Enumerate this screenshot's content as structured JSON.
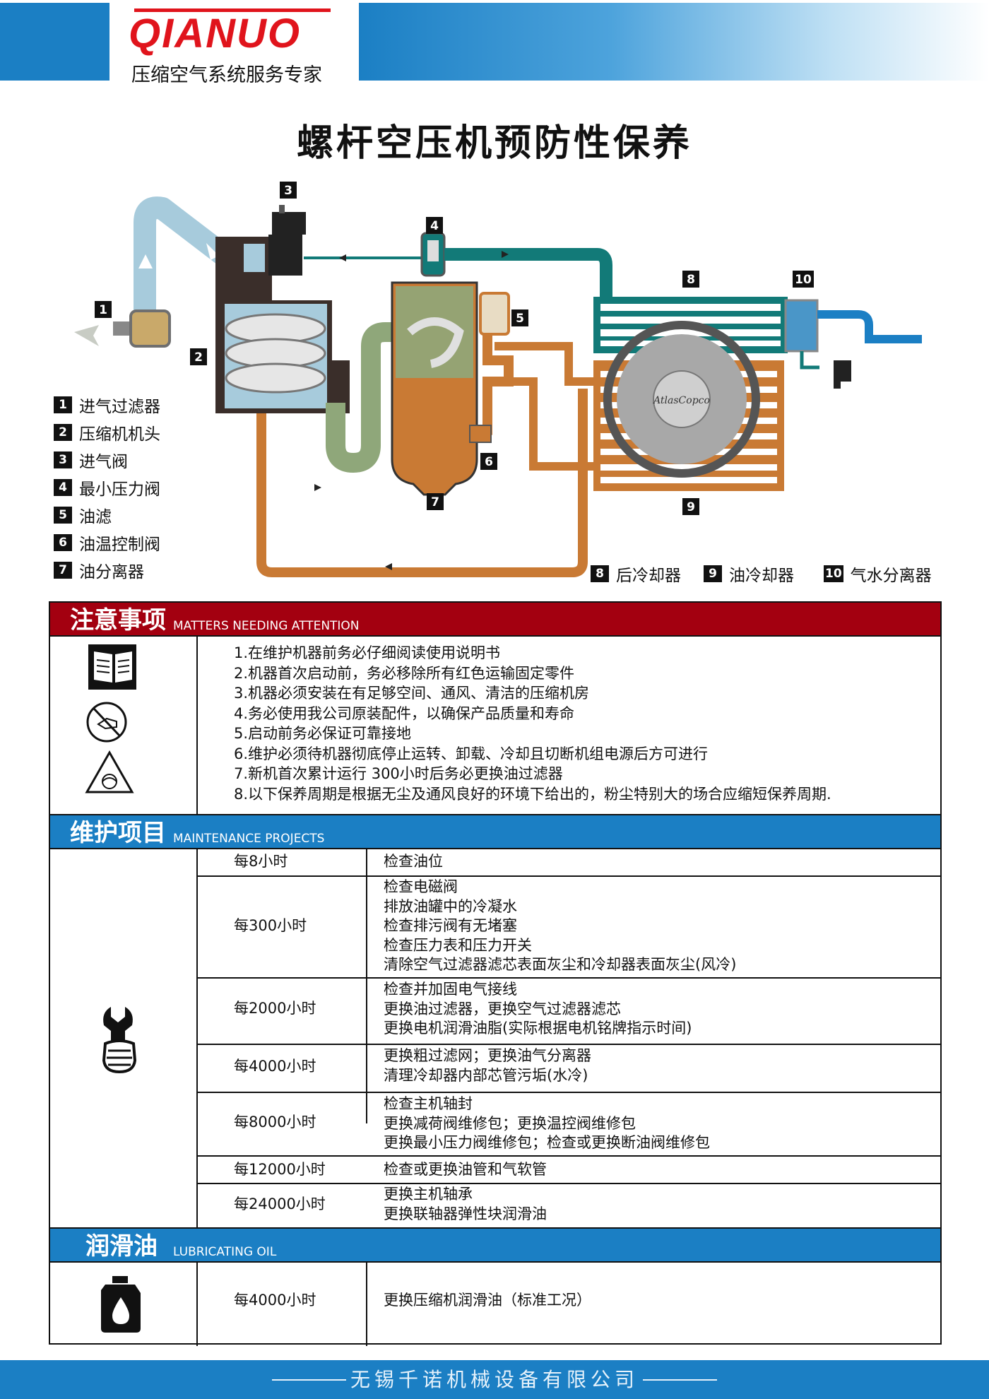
{
  "header": {
    "logo_text": "QIANUO",
    "tagline": "压缩空气系统服务专家"
  },
  "title": "螺杆空压机预防性保养",
  "diagram": {
    "brand_label": "AtlasCopco",
    "components": [
      {
        "num": "1",
        "label": "进气过滤器"
      },
      {
        "num": "2",
        "label": "压缩机机头"
      },
      {
        "num": "3",
        "label": "进气阀"
      },
      {
        "num": "4",
        "label": "最小压力阀"
      },
      {
        "num": "5",
        "label": "油滤"
      },
      {
        "num": "6",
        "label": "油温控制阀"
      },
      {
        "num": "7",
        "label": "油分离器"
      },
      {
        "num": "8",
        "label": "后冷却器"
      },
      {
        "num": "9",
        "label": "油冷却器"
      },
      {
        "num": "10",
        "label": "气水分离器"
      }
    ],
    "colors": {
      "air": "#a7cbdc",
      "oil": "#c97a34",
      "mix": "#8fa77a",
      "pipe_teal": "#127a78",
      "water": "#1b7fc4"
    }
  },
  "sections": {
    "attention": {
      "title_cn": "注意事项",
      "title_en": "MATTERS NEEDING ATTENTION",
      "icons": [
        "manual-book-icon",
        "no-touch-hand-icon",
        "rotating-fan-warning-icon"
      ],
      "notes": [
        "1.在维护机器前务必仔细阅读使用说明书",
        "2.机器首次启动前，务必移除所有红色运输固定零件",
        "3.机器必须安装在有足够空间、通风、清洁的压缩机房",
        "4.务必使用我公司原装配件，以确保产品质量和寿命",
        "5.启动前务必保证可靠接地",
        "6.维护必须待机器彻底停止运转、卸载、冷却且切断机组电源后方可进行",
        "7.新机首次累计运行 300小时后务必更换油过滤器",
        "8.以下保养周期是根据无尘及通风良好的环境下给出的，粉尘特别大的场合应缩短保养周期."
      ]
    },
    "maintenance": {
      "title_cn": "维护项目",
      "title_en": "MAINTENANCE PROJECTS",
      "icon": "wrench-hand-icon",
      "rows": [
        {
          "period": "每8小时",
          "tasks": [
            "检查油位"
          ]
        },
        {
          "period": "每300小时",
          "tasks": [
            "检查电磁阀",
            "排放油罐中的冷凝水",
            "检查排污阀有无堵塞",
            "检查压力表和压力开关",
            "清除空气过滤器滤芯表面灰尘和冷却器表面灰尘(风冷)"
          ]
        },
        {
          "period": "每2000小时",
          "tasks": [
            "检查并加固电气接线",
            "更换油过滤器，更换空气过滤器滤芯",
            "更换电机润滑油脂(实际根据电机铭牌指示时间)"
          ]
        },
        {
          "period": "每4000小时",
          "tasks": [
            "更换粗过滤网；更换油气分离器",
            "清理冷却器内部芯管污垢(水冷)"
          ]
        },
        {
          "period": "每8000小时",
          "tasks": [
            "检查主机轴封",
            "更换减荷阀维修包；更换温控阀维修包",
            "更换最小压力阀维修包；检查或更换断油阀维修包"
          ]
        },
        {
          "period": "每12000小时",
          "tasks": [
            "检查或更换油管和气软管"
          ]
        },
        {
          "period": "每24000小时",
          "tasks": [
            "更换主机轴承",
            "更换联轴器弹性块润滑油"
          ]
        }
      ]
    },
    "lubricating": {
      "title_cn": "润滑油",
      "title_en": "LUBRICATING OIL",
      "icon": "oil-can-icon",
      "rows": [
        {
          "period": "每4000小时",
          "tasks": [
            "更换压缩机润滑油（标准工况）"
          ]
        }
      ]
    }
  },
  "footer": {
    "company": "无锡千诺机械设备有限公司"
  }
}
